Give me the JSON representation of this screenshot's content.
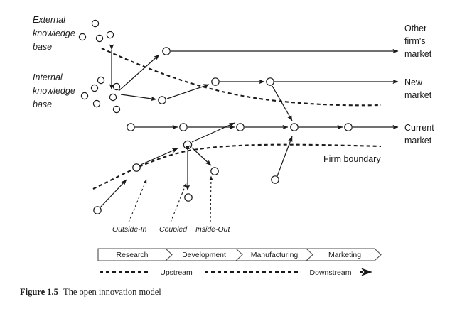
{
  "figure": {
    "number_label": "Figure 1.5",
    "caption": "The open innovation model"
  },
  "diagram": {
    "knowledge_bases": [
      {
        "name": "external",
        "label_lines": [
          "External",
          "knowledge",
          "base"
        ]
      },
      {
        "name": "internal",
        "label_lines": [
          "Internal",
          "knowledge",
          "base"
        ]
      }
    ],
    "market_outputs": [
      {
        "name": "other-firms-market",
        "label_lines": [
          "Other",
          "firm's",
          "market"
        ]
      },
      {
        "name": "new-market",
        "label_lines": [
          "New",
          "market"
        ]
      },
      {
        "name": "current-market",
        "label_lines": [
          "Current",
          "market"
        ]
      }
    ],
    "boundary_label": "Firm boundary",
    "innovation_modes": [
      {
        "name": "outside-in",
        "label": "Outside-In"
      },
      {
        "name": "coupled",
        "label": "Coupled"
      },
      {
        "name": "inside-out",
        "label": "Inside-Out"
      }
    ],
    "process_stages": [
      "Research",
      "Development",
      "Manufacturing",
      "Marketing"
    ],
    "flow_axis": {
      "upstream_label": "Upstream",
      "downstream_label": "Downstream"
    }
  },
  "colors": {
    "ink": "#1a1a1a",
    "bar_stroke": "#4d4d4d",
    "background": "#ffffff"
  }
}
